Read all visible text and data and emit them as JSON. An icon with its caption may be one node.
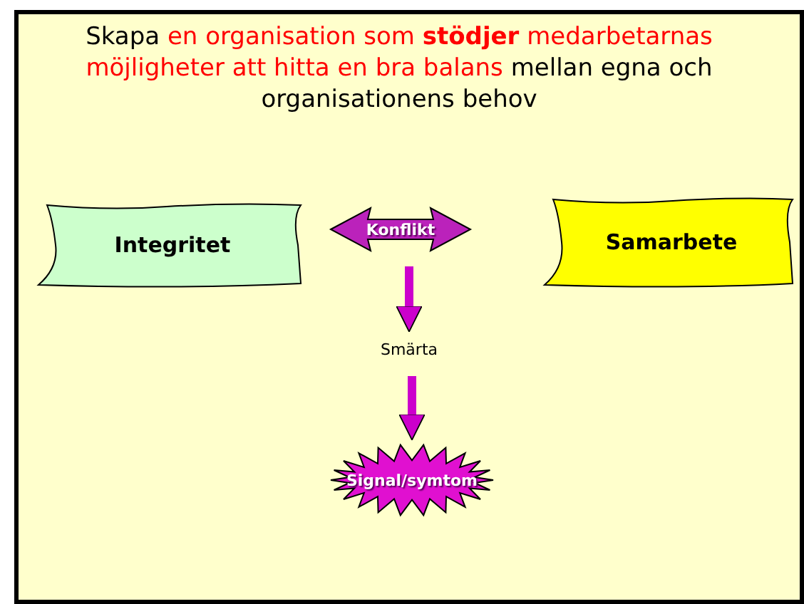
{
  "diagram": {
    "title": "Skapa *en organisation som* **stödjer** *medarbetarnas möjligheter att hitta en bra balans* mellan egna och organisationens behov",
    "nodes": [
      {
        "text": [
          "Integritet"
        ]
      },
      {
        "text": [
          "Konflikt"
        ]
      },
      {
        "text": [
          "Samarbete"
        ]
      },
      {
        "text": [
          "Smärta"
        ]
      },
      {
        "text": [
          "Signal/symtom"
        ]
      }
    ],
    "edges": [
      {
        "from": 1,
        "to": 3,
        "arrow": "to"
      },
      {
        "from": 3,
        "to": 4,
        "arrow": "to"
      }
    ]
  }
}
